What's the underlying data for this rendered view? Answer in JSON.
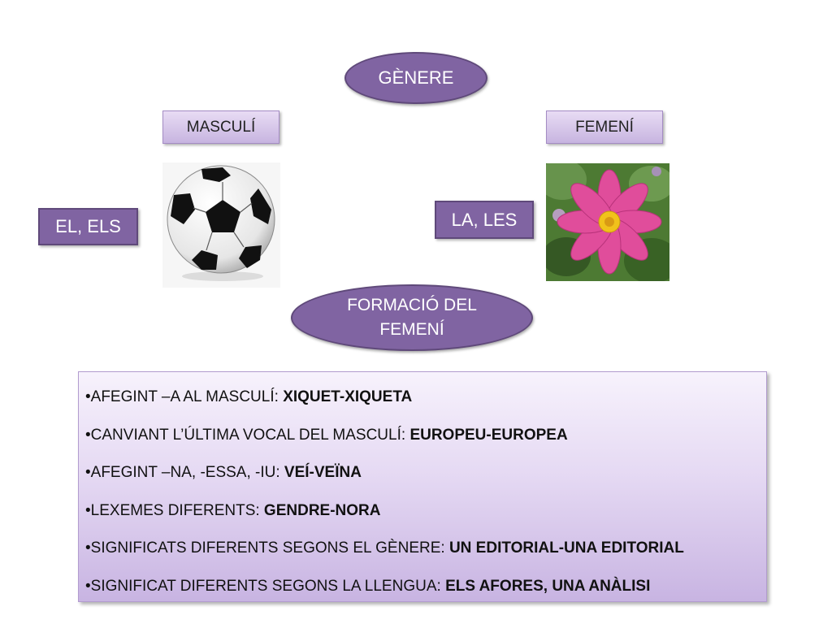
{
  "title": "GÈNERE",
  "masculi_label": "MASCULÍ",
  "femeni_label": "FEMENÍ",
  "masculi_articles": "EL, ELS",
  "femeni_articles": "LA, LES",
  "formacio": {
    "line1": "FORMACIÓ DEL",
    "line2": "FEMENÍ"
  },
  "rules": [
    {
      "prefix": "•AFEGINT –A  AL MASCULÍ: ",
      "example": "XIQUET-XIQUETA"
    },
    {
      "prefix": "•CANVIANT L’ÚLTIMA VOCAL DEL MASCULÍ: ",
      "example": "EUROPEU-EUROPEA"
    },
    {
      "prefix": "•AFEGINT –NA, -ESSA, -IU: ",
      "example": "VEÍ-VEÏNA"
    },
    {
      "prefix": "•LEXEMES DIFERENTS: ",
      "example": "GENDRE-NORA"
    },
    {
      "prefix": "•SIGNIFICATS DIFERENTS SEGONS EL GÈNERE: ",
      "example": "UN EDITORIAL-UNA EDITORIAL"
    },
    {
      "prefix": "•SIGNIFICAT DIFERENTS SEGONS LA LLENGUA: ",
      "example": "ELS AFORES, UNA ANÀLISI"
    }
  ],
  "colors": {
    "accent": "#8064a2",
    "accent_border": "#5f497a",
    "light_tag": "#d9c9ec"
  },
  "images": [
    "soccer-ball-picture",
    "pink-cosmos-flower-picture"
  ]
}
